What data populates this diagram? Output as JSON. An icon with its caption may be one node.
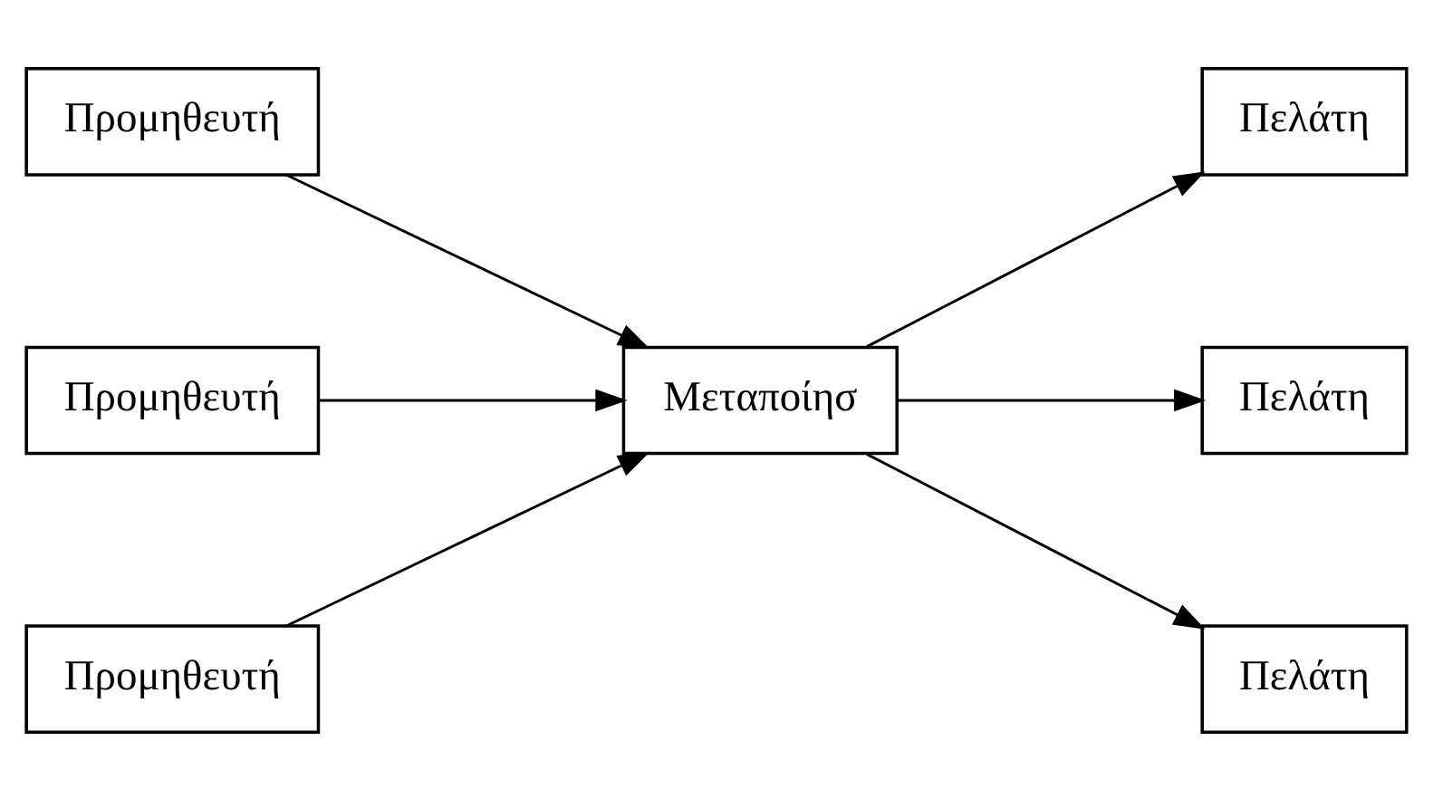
{
  "diagram": {
    "nodes": [
      {
        "text": [
          "Προμηθευτή"
        ]
      },
      {
        "text": [
          "Προμηθευτή"
        ]
      },
      {
        "text": [
          "Προμηθευτή"
        ]
      },
      {
        "text": [
          "Μεταποίησ"
        ]
      },
      {
        "text": [
          "Πελάτη"
        ]
      },
      {
        "text": [
          "Πελάτη"
        ]
      },
      {
        "text": [
          "Πελάτη"
        ]
      }
    ],
    "edges": [
      {
        "from": 0,
        "to": 3,
        "arrow": "to"
      },
      {
        "from": 1,
        "to": 3,
        "arrow": "to"
      },
      {
        "from": 2,
        "to": 3,
        "arrow": "to"
      },
      {
        "from": 3,
        "to": 4,
        "arrow": "to"
      },
      {
        "from": 3,
        "to": 5,
        "arrow": "to"
      },
      {
        "from": 3,
        "to": 6,
        "arrow": "to"
      }
    ]
  }
}
